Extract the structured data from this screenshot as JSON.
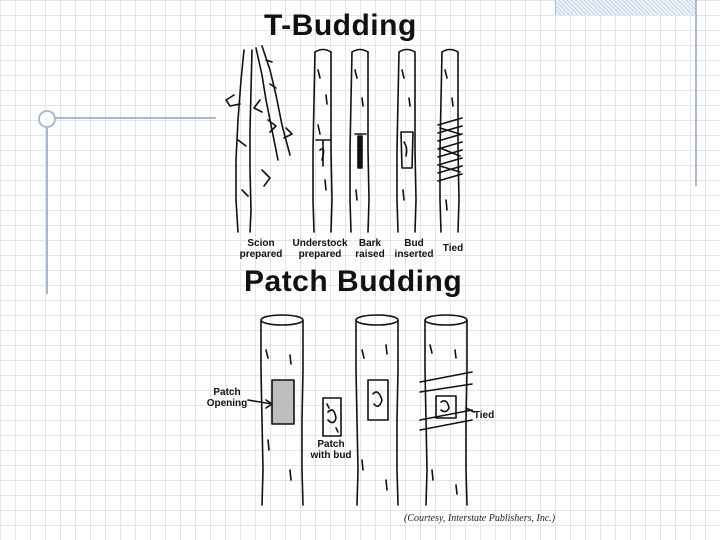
{
  "titles": {
    "t_budding": "T-Budding",
    "patch_budding": "Patch Budding"
  },
  "t_budding_labels": [
    {
      "line1": "Scion",
      "line2": "prepared"
    },
    {
      "line1": "Understock",
      "line2": "prepared"
    },
    {
      "line1": "Bark",
      "line2": "raised"
    },
    {
      "line1": "Bud",
      "line2": "inserted"
    },
    {
      "line1": "Tied",
      "line2": ""
    }
  ],
  "patch_labels": {
    "patch_opening": {
      "line1": "Patch",
      "line2": "Opening"
    },
    "patch_with_bud": {
      "line1": "Patch",
      "line2": "with bud"
    },
    "tied": "Tied"
  },
  "credit": "(Courtesy, Interstate Publishers, Inc.)"
}
